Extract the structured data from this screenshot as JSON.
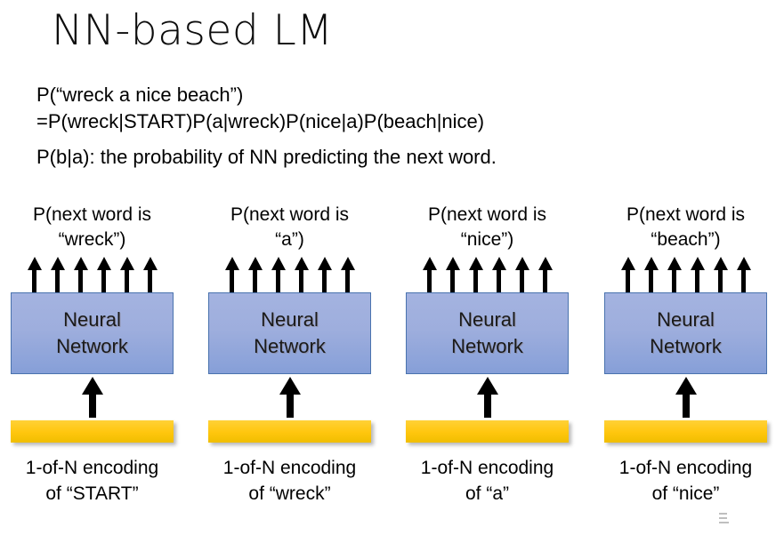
{
  "slide": {
    "title": "NN-based LM"
  },
  "formula": {
    "line1": "P(“wreck a nice beach”)",
    "line2": "=P(wreck|START)P(a|wreck)P(nice|a)P(beach|nice)",
    "line3": "P(b|a): the probability of NN predicting the next word."
  },
  "diagram": {
    "arrow_count_top": 6,
    "nn_label_line1": "Neural",
    "nn_label_line2": "Network",
    "colors": {
      "nn_box_fill_top": "#a4b3e0",
      "nn_box_fill_bottom": "#869fd8",
      "nn_box_border": "#4a73ae",
      "encoding_bar_top": "#ffd137",
      "encoding_bar_bottom": "#f0be00",
      "arrow": "#000000",
      "text": "#000000",
      "background": "#ffffff"
    },
    "columns": [
      {
        "top_label_line1": "P(next word is",
        "top_label_line2": "“wreck”)",
        "nn_line1": "Neural",
        "nn_line2": "Network",
        "bottom_label_line1": "1-of-N encoding",
        "bottom_label_line2": "of “START”"
      },
      {
        "top_label_line1": "P(next word is",
        "top_label_line2": "“a”)",
        "nn_line1": "Neural",
        "nn_line2": "Network",
        "bottom_label_line1": "1-of-N encoding",
        "bottom_label_line2": "of “wreck”"
      },
      {
        "top_label_line1": "P(next word is",
        "top_label_line2": "“nice”)",
        "nn_line1": "Neural",
        "nn_line2": "Network",
        "bottom_label_line1": "1-of-N encoding",
        "bottom_label_line2": "of “a”"
      },
      {
        "top_label_line1": "P(next word is",
        "top_label_line2": "“beach”)",
        "nn_line1": "Neural",
        "nn_line2": "Network",
        "bottom_label_line1": "1-of-N encoding",
        "bottom_label_line2": "of “nice”"
      }
    ]
  }
}
